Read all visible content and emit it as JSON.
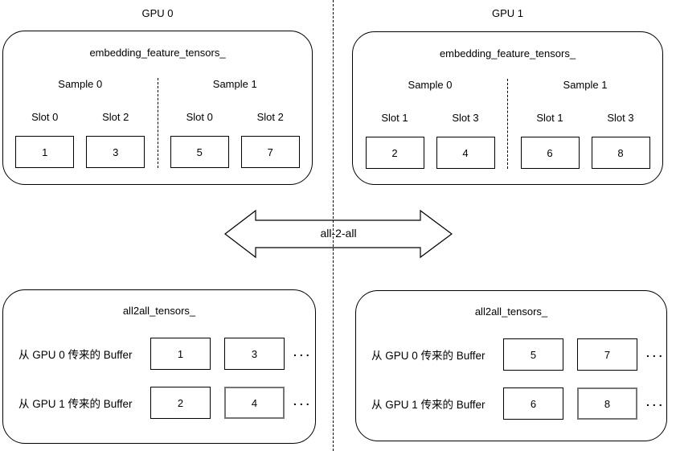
{
  "colors": {
    "stroke": "#000000",
    "background": "#ffffff",
    "highlight_border": "#757575"
  },
  "gpu_panels": [
    {
      "gpu_label": "GPU 0",
      "title": "embedding_feature_tensors_",
      "samples": [
        {
          "label": "Sample 0",
          "slots": [
            {
              "label": "Slot 0",
              "value": "1"
            },
            {
              "label": "Slot 2",
              "value": "3"
            }
          ]
        },
        {
          "label": "Sample 1",
          "slots": [
            {
              "label": "Slot 0",
              "value": "5"
            },
            {
              "label": "Slot 2",
              "value": "7"
            }
          ]
        }
      ]
    },
    {
      "gpu_label": "GPU 1",
      "title": "embedding_feature_tensors_",
      "samples": [
        {
          "label": "Sample 0",
          "slots": [
            {
              "label": "Slot 1",
              "value": "2"
            },
            {
              "label": "Slot 3",
              "value": "4"
            }
          ]
        },
        {
          "label": "Sample 1",
          "slots": [
            {
              "label": "Slot 1",
              "value": "6"
            },
            {
              "label": "Slot 3",
              "value": "8"
            }
          ]
        }
      ]
    }
  ],
  "arrow": {
    "label": "all-2-all"
  },
  "all2all_panels": [
    {
      "title": "all2all_tensors_",
      "rows": [
        {
          "label": "从 GPU 0 传来的 Buffer",
          "cells": [
            {
              "value": "1"
            },
            {
              "value": "3"
            }
          ],
          "more": "..."
        },
        {
          "label": "从 GPU 1 传来的 Buffer",
          "cells": [
            {
              "value": "2"
            },
            {
              "value": "4",
              "highlighted": true
            }
          ],
          "more": "..."
        }
      ]
    },
    {
      "title": "all2all_tensors_",
      "rows": [
        {
          "label": "从 GPU 0 传来的 Buffer",
          "cells": [
            {
              "value": "5"
            },
            {
              "value": "7"
            }
          ],
          "more": "..."
        },
        {
          "label": "从 GPU 1 传来的 Buffer",
          "cells": [
            {
              "value": "6"
            },
            {
              "value": "8",
              "highlighted": true
            }
          ],
          "more": "..."
        }
      ]
    }
  ]
}
